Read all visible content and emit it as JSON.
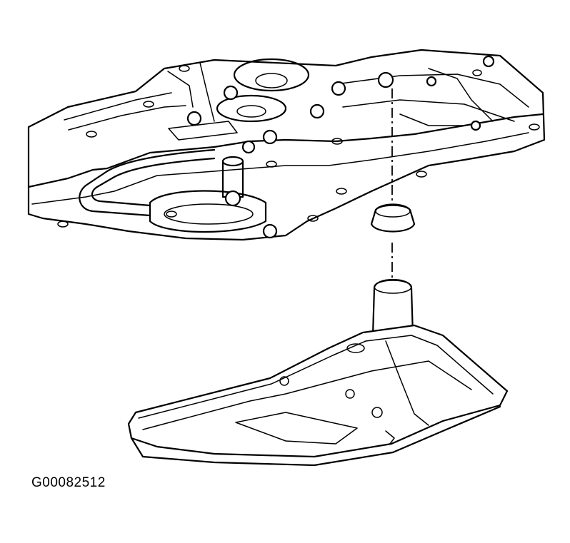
{
  "figure": {
    "id_label": "G00082512"
  },
  "parts": [
    {
      "name": "transmission-case"
    },
    {
      "name": "filter-seal"
    },
    {
      "name": "transmission-fluid-filter"
    }
  ],
  "colors": {
    "line": "#000000",
    "background": "#ffffff"
  }
}
